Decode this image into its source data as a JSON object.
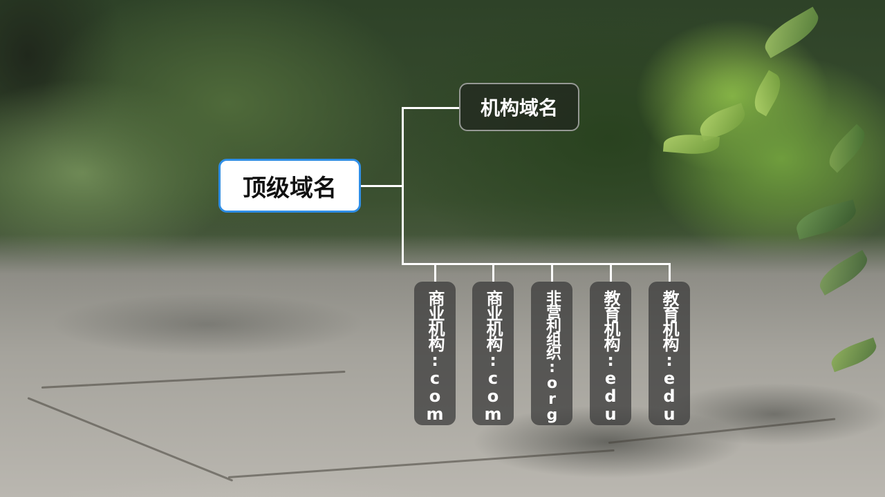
{
  "diagram": {
    "root": {
      "label": "顶级域名"
    },
    "branch": {
      "label": "机构域名"
    },
    "leaves": [
      {
        "label": "商业机构:com"
      },
      {
        "label": "商业机构:com"
      },
      {
        "label": "非营利组织:org"
      },
      {
        "label": "教育机构:edu"
      },
      {
        "label": "教育机构:edu"
      }
    ]
  },
  "colors": {
    "root_border": "#2f8ee6",
    "root_fill": "#ffffff",
    "connector": "#ffffff",
    "pill_fill": "#373737"
  }
}
